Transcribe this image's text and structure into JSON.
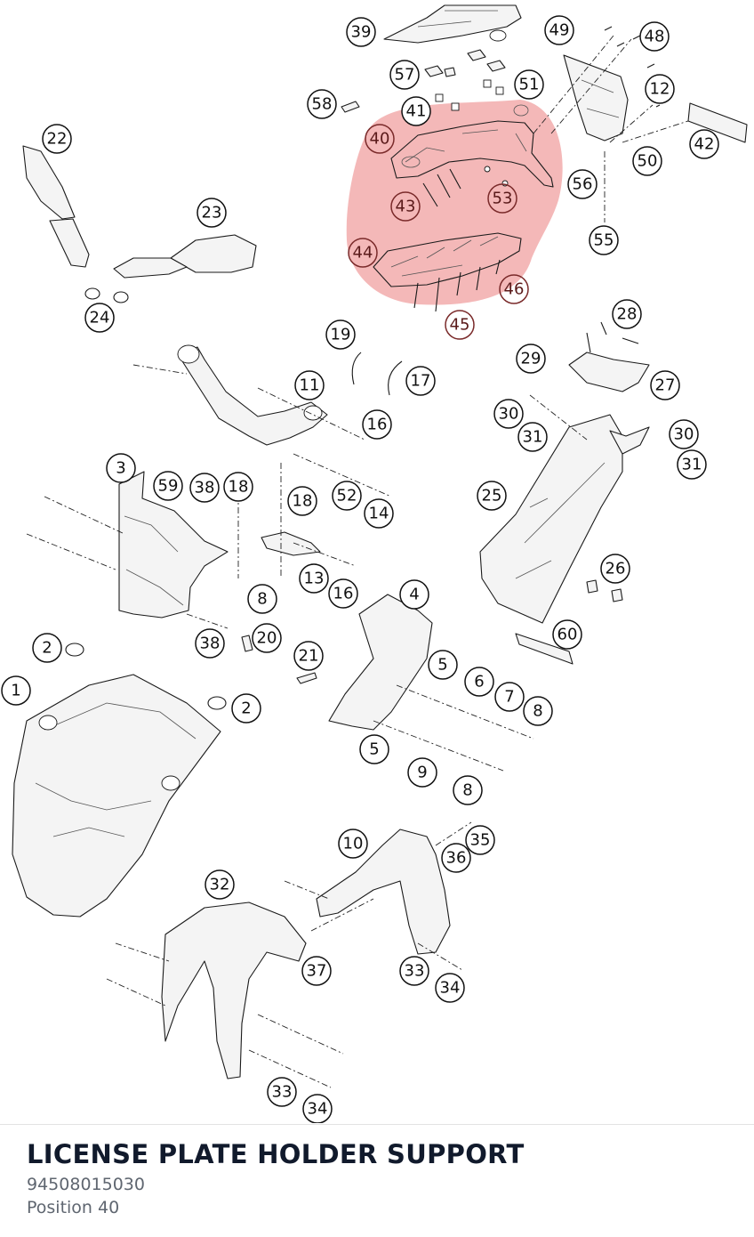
{
  "part": {
    "name": "LICENSE PLATE HOLDER SUPPORT",
    "number": "94508015030",
    "position": "Position 40"
  },
  "highlight": {
    "color": "#f0a0a0",
    "labels": [
      "40",
      "43",
      "44",
      "45",
      "46",
      "53"
    ]
  },
  "callouts": [
    "1",
    "2",
    "3",
    "4",
    "5",
    "6",
    "7",
    "8",
    "9",
    "10",
    "11",
    "12",
    "13",
    "14",
    "16",
    "17",
    "18",
    "19",
    "20",
    "21",
    "22",
    "23",
    "24",
    "25",
    "26",
    "27",
    "28",
    "29",
    "30",
    "31",
    "32",
    "33",
    "34",
    "35",
    "36",
    "37",
    "38",
    "39",
    "40",
    "41",
    "42",
    "43",
    "44",
    "45",
    "46",
    "48",
    "49",
    "50",
    "51",
    "52",
    "53",
    "55",
    "56",
    "57",
    "58",
    "59",
    "60"
  ]
}
